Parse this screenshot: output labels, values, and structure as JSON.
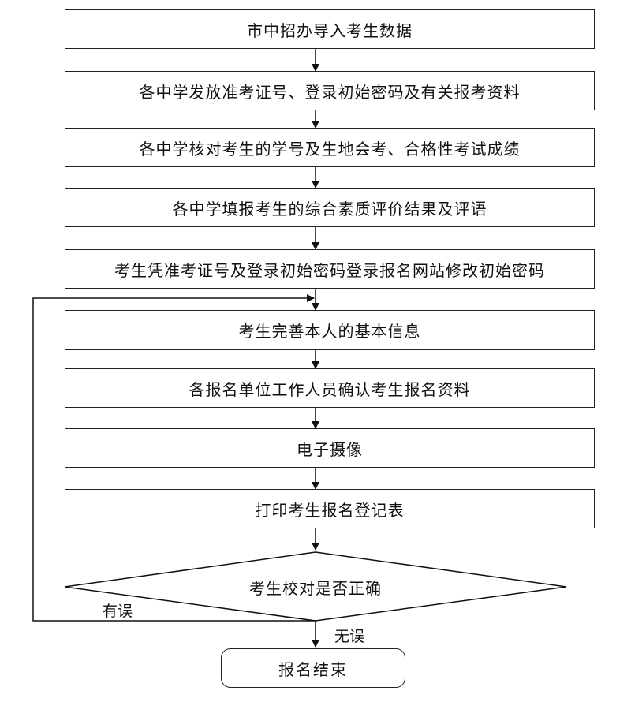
{
  "steps": [
    "市中招办导入考生数据",
    "各中学发放准考证号、登录初始密码及有关报考资料",
    "各中学核对考生的学号及生地会考、合格性考试成绩",
    "各中学填报考生的综合素质评价结果及评语",
    "考生凭准考证号及登录初始密码登录报名网站修改初始密码",
    "考生完善本人的基本信息",
    "各报名单位工作人员确认考生报名资料",
    "电子摄像",
    "打印考生报名登记表"
  ],
  "decision": "考生校对是否正确",
  "branch_error": "有误",
  "branch_ok": "无误",
  "end": "报名结束"
}
